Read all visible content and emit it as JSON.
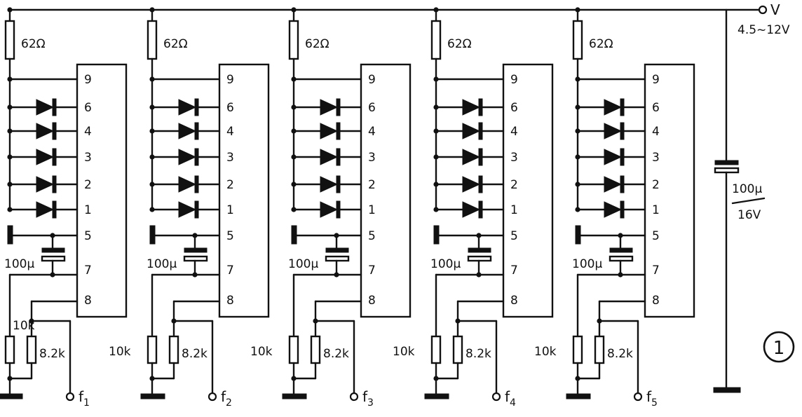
{
  "supply": {
    "node_label": "V",
    "range_label": "4.5~12V"
  },
  "main_capacitor": {
    "value": "100μ",
    "voltage": "16V"
  },
  "figure_number": "1",
  "stage_labels": {
    "supply_resistor": "62Ω",
    "timing_capacitor": "100μ",
    "resistor_10k": "10k",
    "resistor_8k2": "8.2k"
  },
  "ic_pins": [
    "9",
    "6",
    "4",
    "3",
    "2",
    "1",
    "5",
    "7",
    "8"
  ],
  "outputs": [
    {
      "base": "f",
      "sub": "1"
    },
    {
      "base": "f",
      "sub": "2"
    },
    {
      "base": "f",
      "sub": "3"
    },
    {
      "base": "f",
      "sub": "4"
    },
    {
      "base": "f",
      "sub": "5"
    }
  ]
}
